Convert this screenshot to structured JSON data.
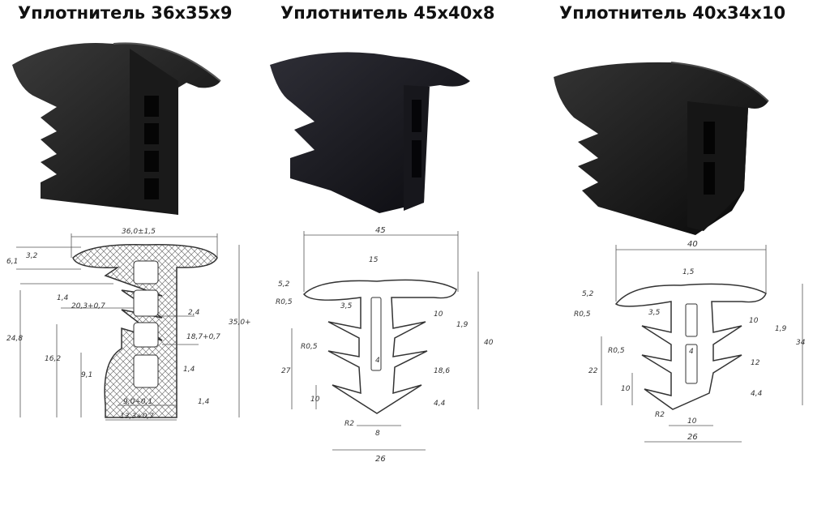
{
  "products": [
    {
      "title": "Уплотнитель 36x35x9",
      "dims": [
        "36,0±1,5",
        "3,2",
        "6,1",
        "20,3+0,7",
        "1,4",
        "2,4",
        "24,8",
        "18,7+0,7",
        "16,2",
        "9,1",
        "1,4",
        "35,0+1,5",
        "9,0+0,1",
        "13,3+0,7",
        "1,4"
      ]
    },
    {
      "title": "Уплотнитель 45x40x8",
      "dims": [
        "45",
        "15",
        "5,2",
        "R0,5",
        "3,5",
        "10",
        "1,9",
        "R0,5",
        "27",
        "4",
        "18,6",
        "40",
        "10",
        "4,4",
        "R2",
        "8",
        "26"
      ]
    },
    {
      "title": "Уплотнитель 40x34x10",
      "dims": [
        "40",
        "1,5",
        "5,2",
        "R0,5",
        "3,5",
        "10",
        "1,9",
        "R0,5",
        "4",
        "12",
        "34",
        "22",
        "10",
        "4,4",
        "R2",
        "10",
        "26"
      ]
    }
  ]
}
